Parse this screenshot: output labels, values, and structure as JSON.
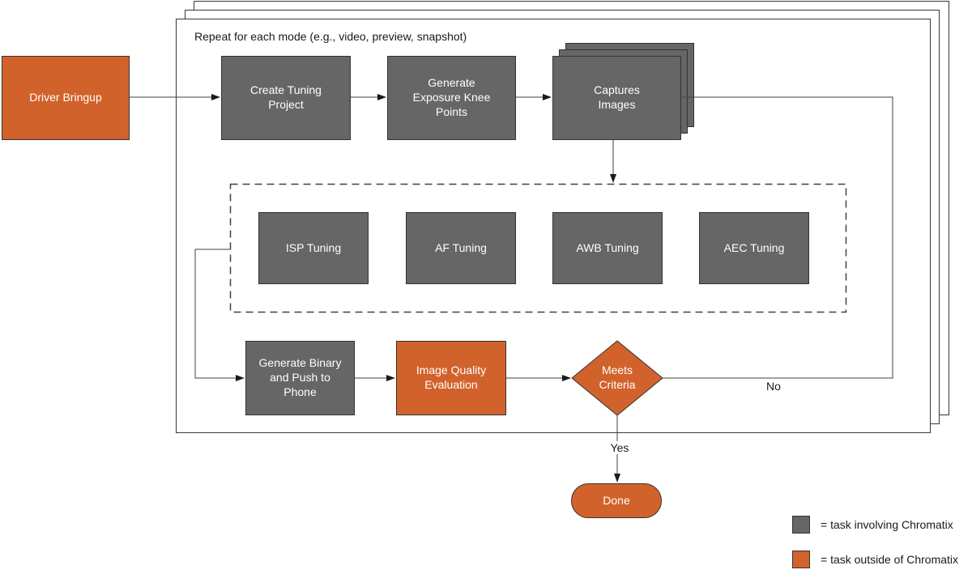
{
  "diagram": {
    "frame_note": "Repeat for each mode (e.g., video, preview, snapshot)",
    "nodes": {
      "driver_bringup": {
        "label": "Driver Bringup"
      },
      "create_tuning_project": {
        "label": "Create Tuning\nProject"
      },
      "generate_exposure_knee_points": {
        "label": "Generate\nExposure Knee\nPoints"
      },
      "captures_images": {
        "label": "Captures\nImages"
      },
      "isp_tuning": {
        "label": "ISP Tuning"
      },
      "af_tuning": {
        "label": "AF Tuning"
      },
      "awb_tuning": {
        "label": "AWB Tuning"
      },
      "aec_tuning": {
        "label": "AEC Tuning"
      },
      "generate_binary_and_push_to_phone": {
        "label": "Generate Binary\nand Push to\nPhone"
      },
      "image_quality_evaluation": {
        "label": "Image Quality\nEvaluation"
      },
      "meets_criteria": {
        "label": "Meets\nCriteria"
      },
      "done": {
        "label": "Done"
      }
    },
    "edge_labels": {
      "yes": "Yes",
      "no": "No"
    }
  },
  "legend": {
    "items": [
      {
        "label": "= task involving Chromatix",
        "color": "#666666"
      },
      {
        "label": "= task outside of Chromatix",
        "color": "#D2622B"
      }
    ]
  },
  "colors": {
    "chromatix_task_fill": "#666666",
    "non_chromatix_fill": "#D2622B",
    "line": "#404040"
  }
}
